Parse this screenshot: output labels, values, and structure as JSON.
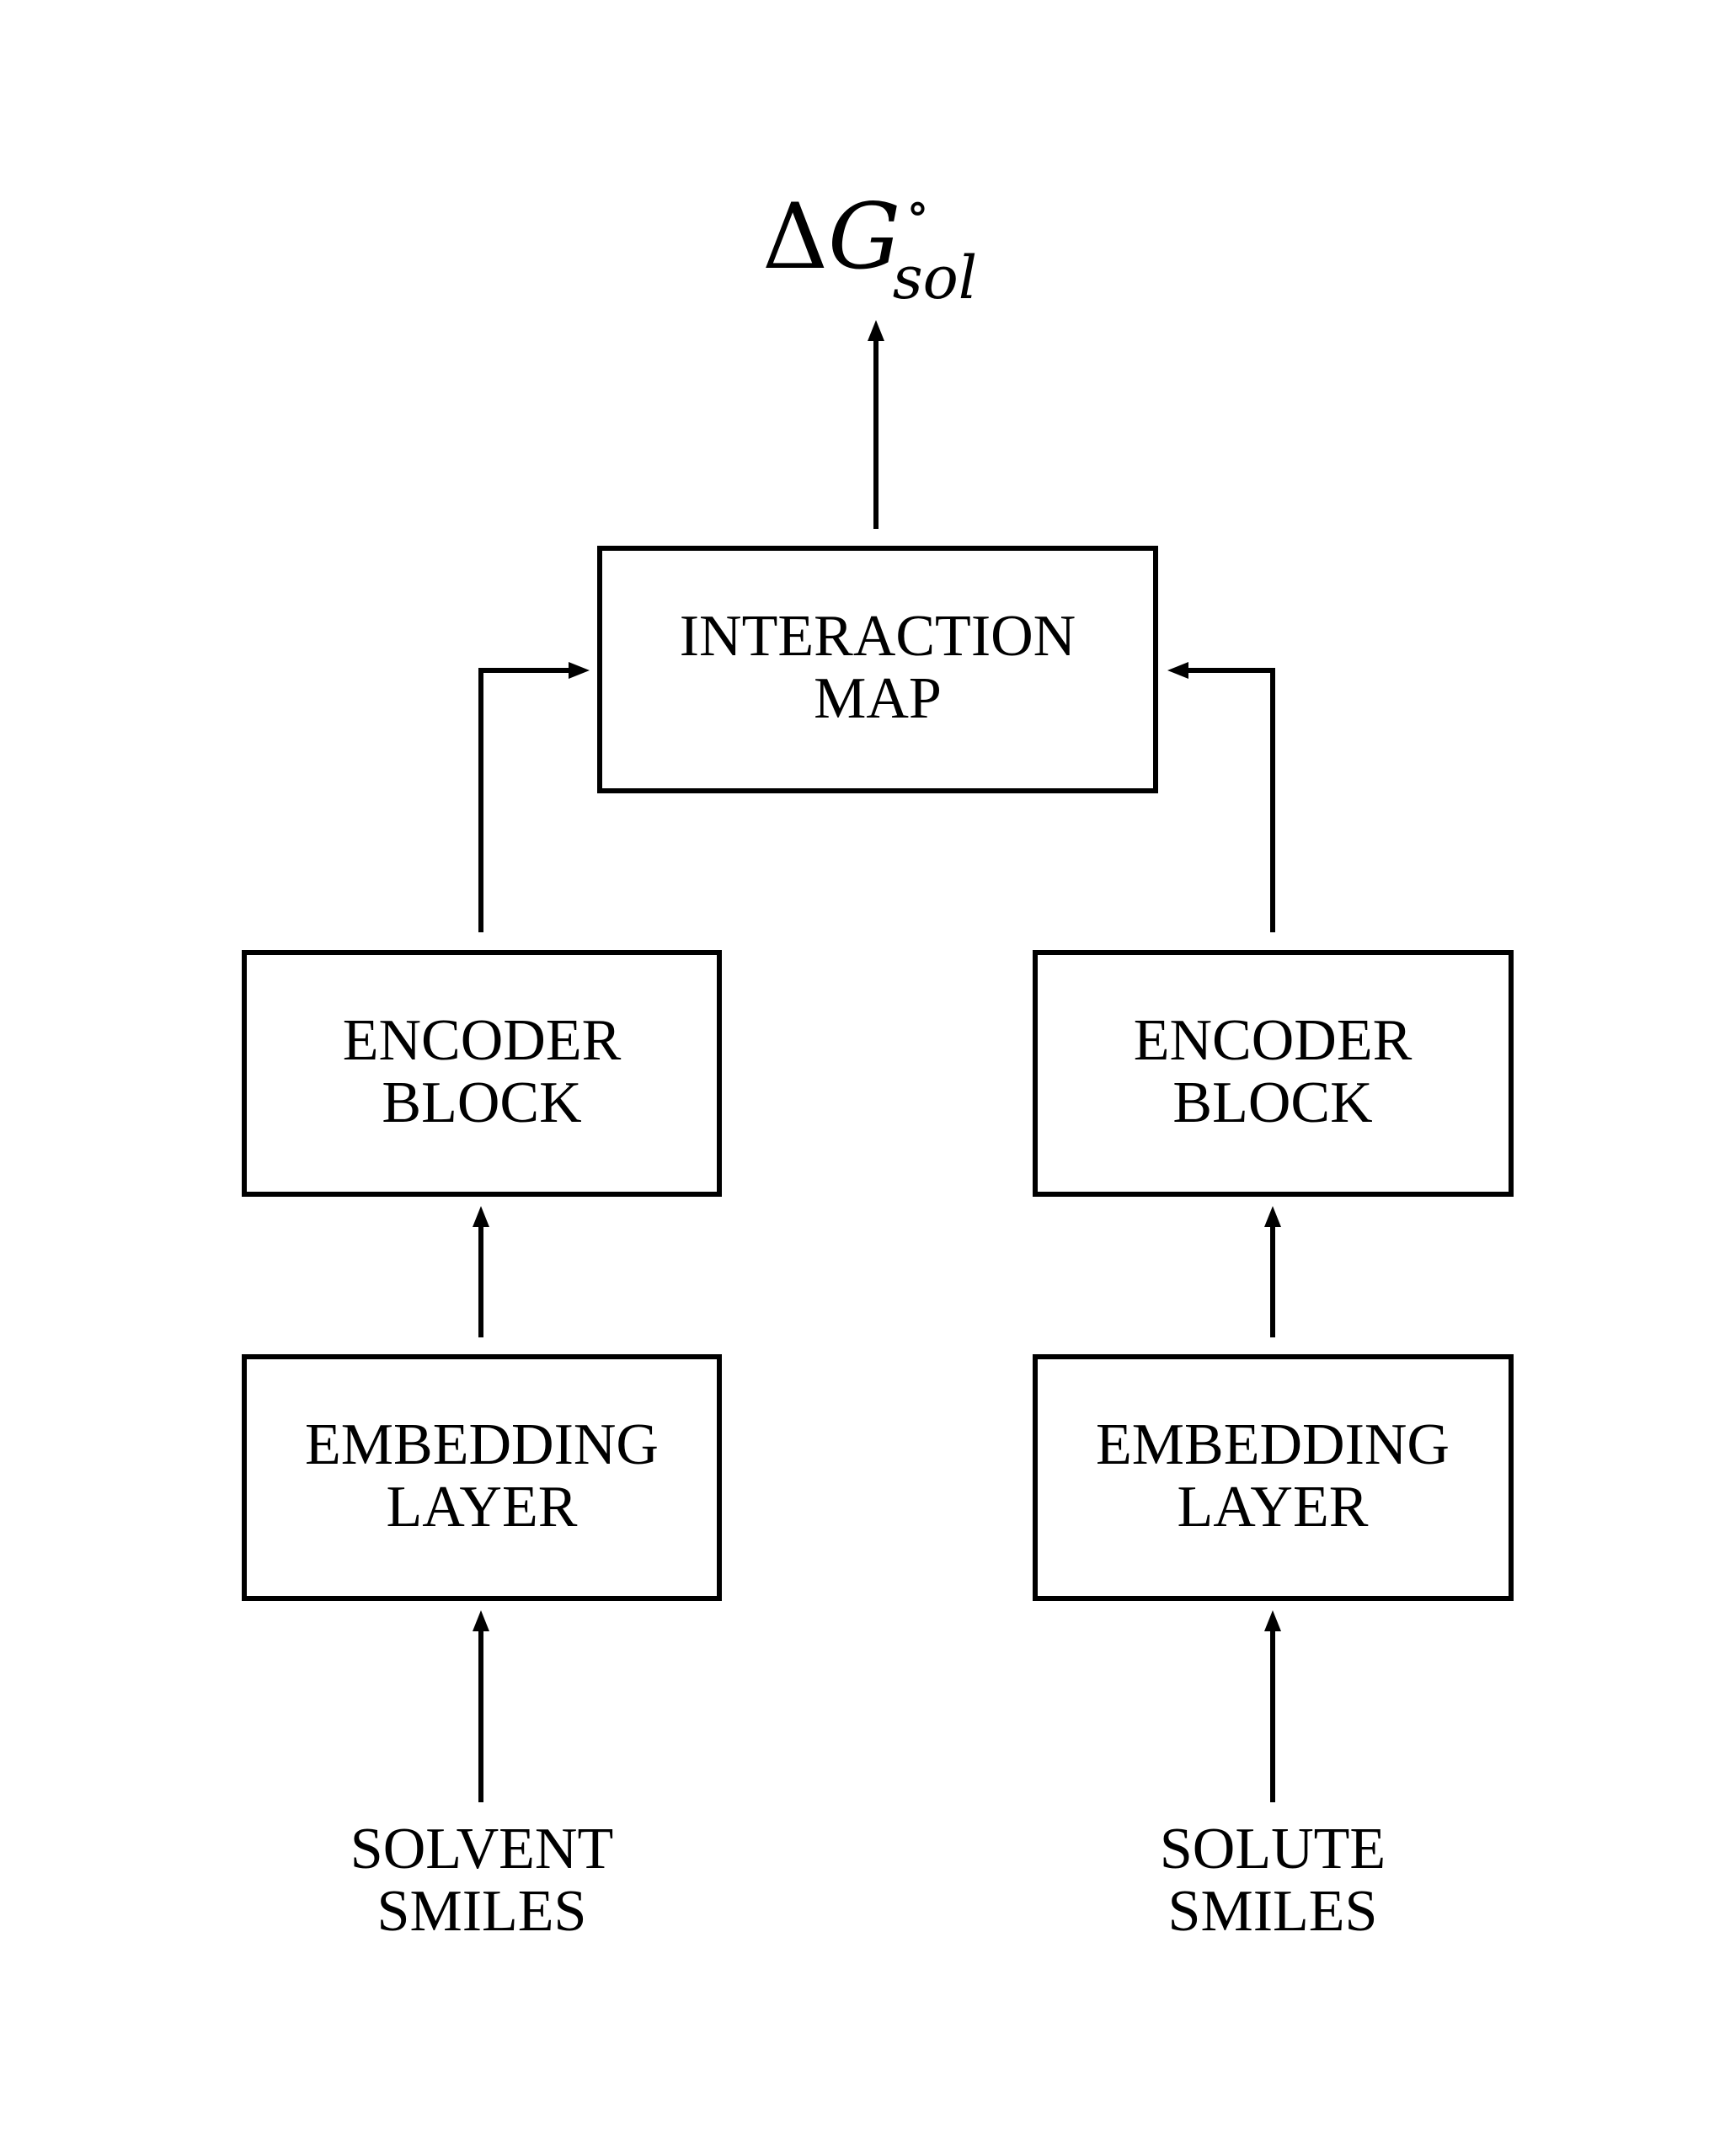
{
  "output": {
    "symbol": "Δ",
    "variable": "G",
    "superscript": "∘",
    "subscript": "sol"
  },
  "interaction": {
    "line1": "INTERACTION",
    "line2": "MAP"
  },
  "left_branch": {
    "encoder": {
      "line1": "ENCODER",
      "line2": "BLOCK"
    },
    "embedding": {
      "line1": "EMBEDDING",
      "line2": "LAYER"
    },
    "input": {
      "line1": "SOLVENT",
      "line2": "SMILES"
    }
  },
  "right_branch": {
    "encoder": {
      "line1": "ENCODER",
      "line2": "BLOCK"
    },
    "embedding": {
      "line1": "EMBEDDING",
      "line2": "LAYER"
    },
    "input": {
      "line1": "SOLUTE",
      "line2": "SMILES"
    }
  }
}
